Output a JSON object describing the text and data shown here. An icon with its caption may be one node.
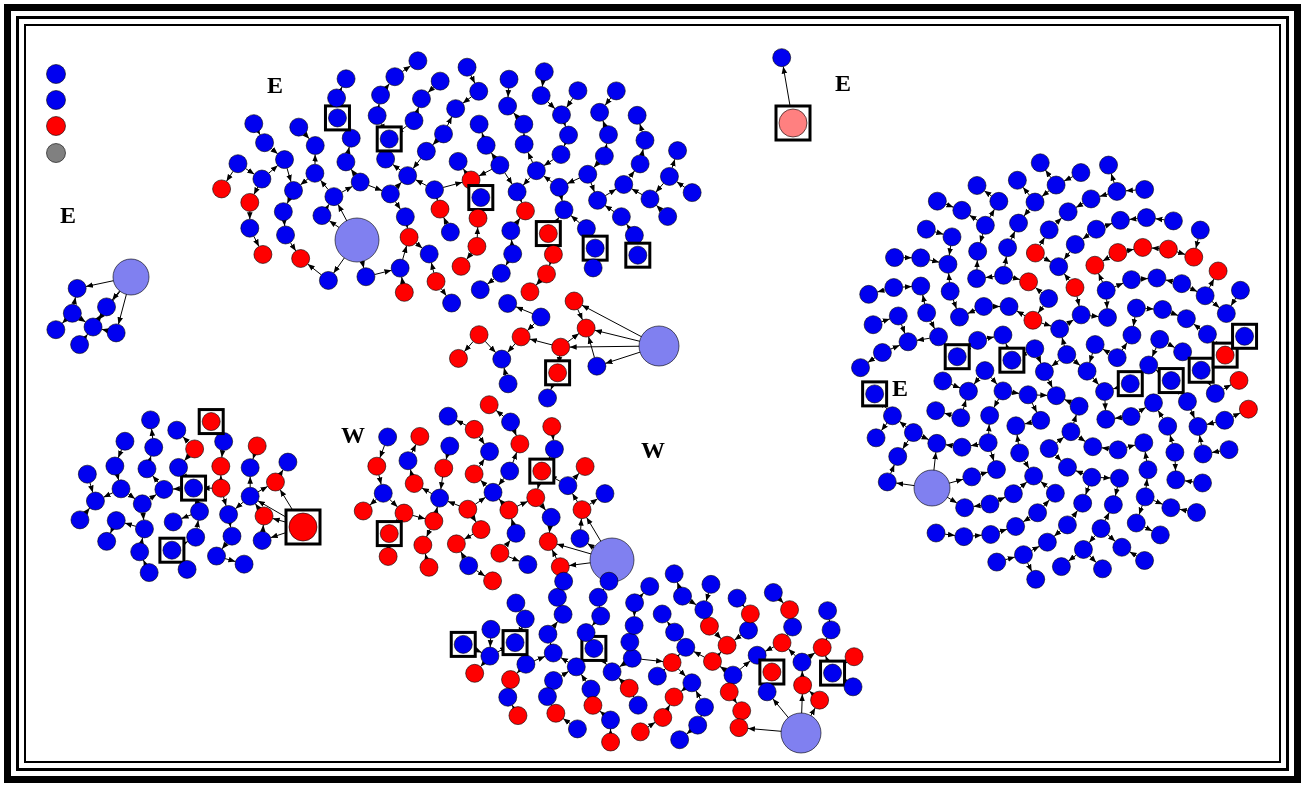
{
  "diagram": {
    "labels": [
      "E",
      "E",
      "E",
      "E",
      "W",
      "W"
    ]
  }
}
